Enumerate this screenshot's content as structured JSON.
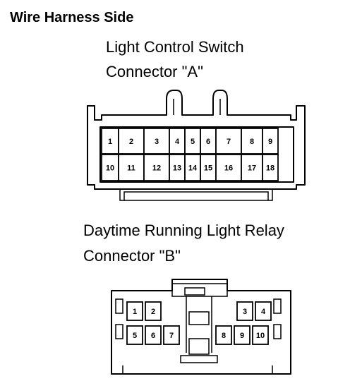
{
  "heading": "Wire Harness Side",
  "connector_a": {
    "title_line1": "Light Control Switch",
    "title_line2": "Connector \"A\"",
    "top_row": [
      "1",
      "2",
      "3",
      "4",
      "5",
      "6",
      "7",
      "8",
      "9"
    ],
    "bottom_row": [
      "10",
      "11",
      "12",
      "13",
      "14",
      "15",
      "16",
      "17",
      "18"
    ]
  },
  "connector_b": {
    "title_line1": "Daytime Running Light Relay",
    "title_line2": "Connector \"B\"",
    "left_top": [
      "1",
      "2"
    ],
    "left_bottom": [
      "5",
      "6",
      "7"
    ],
    "right_top": [
      "3",
      "4"
    ],
    "right_bottom": [
      "8",
      "9",
      "10"
    ]
  }
}
